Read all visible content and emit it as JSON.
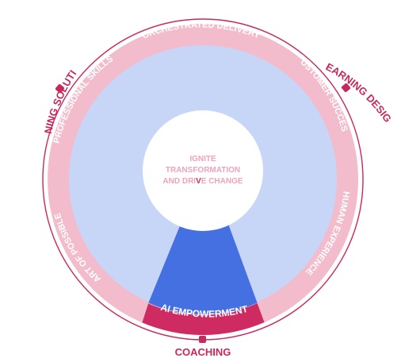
{
  "colors": {
    "outer_ring": "#c8285c",
    "ring_band": "#f3bccc",
    "inner_field": "#c7d6f7",
    "highlight_wedge": "#4470e1",
    "highlight_band": "#cf2b63",
    "ring_text": "#ffffff",
    "center_text": "#f0a3bb",
    "center_accent": "#cf2b63",
    "outer_label": "#c8285c",
    "center_fill": "#ffffff"
  },
  "outer_labels": {
    "training_solutions": "TRAINING SOLUTIONS",
    "learning_design": "LEARNING DESIGN",
    "coaching": "COACHING"
  },
  "ring_segments": {
    "orchestrated_delivery": "ORCHESTRATED DELIVERY",
    "customer_success": "CUSTOMER SUCCESS",
    "human_experience": "HUMAN EXPERIENCE",
    "ai_empowerment": "AI EMPOWERMENT",
    "art_of_possible": "ART OF POSSIBLE",
    "professional_skills": "PROFESSIONAL SKILLS"
  },
  "center": {
    "line1": "IGNITE",
    "line2": "TRANSFORMATION",
    "line3_start": "AND DRI",
    "line3_accent": "V",
    "line3_end": "E CHANGE"
  }
}
